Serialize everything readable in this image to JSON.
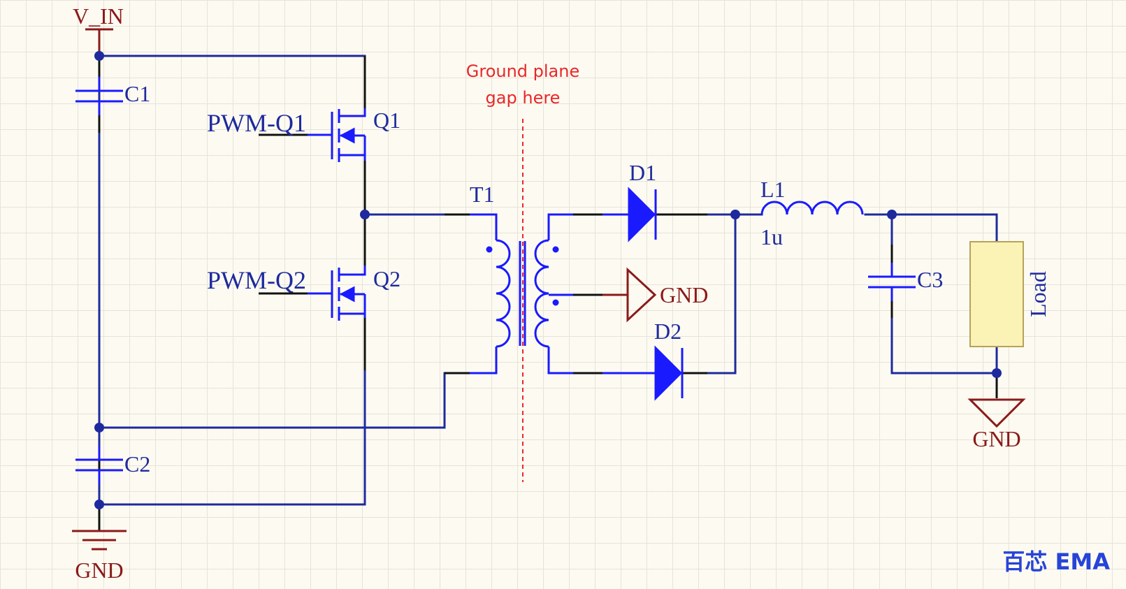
{
  "labels": {
    "vin": "V_IN",
    "c1": "C1",
    "c2": "C2",
    "c3": "C3",
    "q1": "Q1",
    "q2": "Q2",
    "pwm_q1": "PWM-Q1",
    "pwm_q2": "PWM-Q2",
    "t1": "T1",
    "d1": "D1",
    "d2": "D2",
    "l1": "L1",
    "l1_value": "1u",
    "load": "Load",
    "gnd_left": "GND",
    "gnd_middle": "GND",
    "gnd_right": "GND"
  },
  "annotation": {
    "line1": "Ground plane",
    "line2": "gap here"
  },
  "logo": "百芯 EMA",
  "colors": {
    "wire": "#1e2a9e",
    "component": "#1a1aff",
    "ground": "#8b1a1a",
    "annotation": "#e8282a",
    "load_fill": "#fbf2b6",
    "background": "#fdfbf1"
  }
}
